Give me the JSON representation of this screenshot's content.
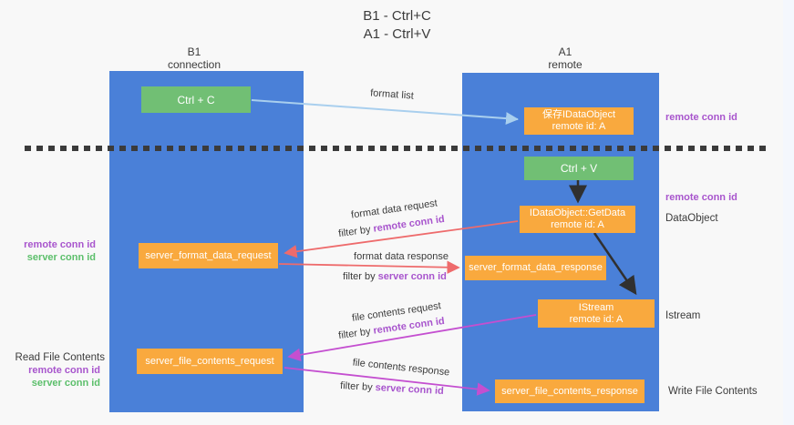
{
  "title": {
    "line1": "B1 - Ctrl+C",
    "line2": "A1 - Ctrl+V"
  },
  "columns": {
    "left": {
      "name": "B1",
      "role": "connection"
    },
    "right": {
      "name": "A1",
      "role": "remote"
    }
  },
  "boxes": {
    "ctrl_c": {
      "label": "Ctrl + C"
    },
    "ctrl_v": {
      "label": "Ctrl + V"
    },
    "save_idataobject": {
      "line1": "保存IDataObject",
      "line2": "remote id: A"
    },
    "idataobject_getdata": {
      "line1": "IDataObject::GetData",
      "line2": "remote id: A"
    },
    "istream": {
      "line1": "IStream",
      "line2": "remote id: A"
    },
    "server_format_data_request": {
      "label": "server_format_data_request"
    },
    "server_format_data_response": {
      "label": "server_format_data_response"
    },
    "server_file_contents_request": {
      "label": "server_file_contents_request"
    },
    "server_file_contents_response": {
      "label": "server_file_contents_response"
    }
  },
  "arrows": {
    "format_list": {
      "label": "format list"
    },
    "format_data_request": {
      "label": "format data request",
      "filter_prefix": "filter by ",
      "filter_key": "remote conn id"
    },
    "format_data_response": {
      "label": "format data response",
      "filter_prefix": "filter by ",
      "filter_key": "server conn id"
    },
    "file_contents_request": {
      "label": "file contents request",
      "filter_prefix": "filter by ",
      "filter_key": "remote conn id"
    },
    "file_contents_response": {
      "label": "file contents response",
      "filter_prefix": "filter by ",
      "filter_key": "server conn id"
    }
  },
  "side_labels": {
    "right_remote_conn_id_top": "remote conn id",
    "right_remote_conn_id_mid": "remote conn id",
    "dataobject": "DataObject",
    "istream": "Istream",
    "write_file_contents": "Write File Contents",
    "left_remote_conn_id_top": "remote conn id",
    "left_server_conn_id_top": "server conn id",
    "read_file_contents": "Read File Contents",
    "left_remote_conn_id_bottom": "remote conn id",
    "left_server_conn_id_bottom": "server conn id"
  },
  "colors": {
    "column_blue": "#4a80d8",
    "box_green": "#71bf74",
    "box_orange": "#f9a93e",
    "arrow_lightblue": "#a9cfee",
    "arrow_red": "#ee6b6c",
    "arrow_magenta": "#c44fd0",
    "arrow_black": "#303030",
    "label_purple": "#a855cd",
    "label_green": "#5cbf6b",
    "text_dark": "#3b3b3b",
    "dashed_line": "#3b3b3b",
    "background": "#f8f8f8"
  }
}
